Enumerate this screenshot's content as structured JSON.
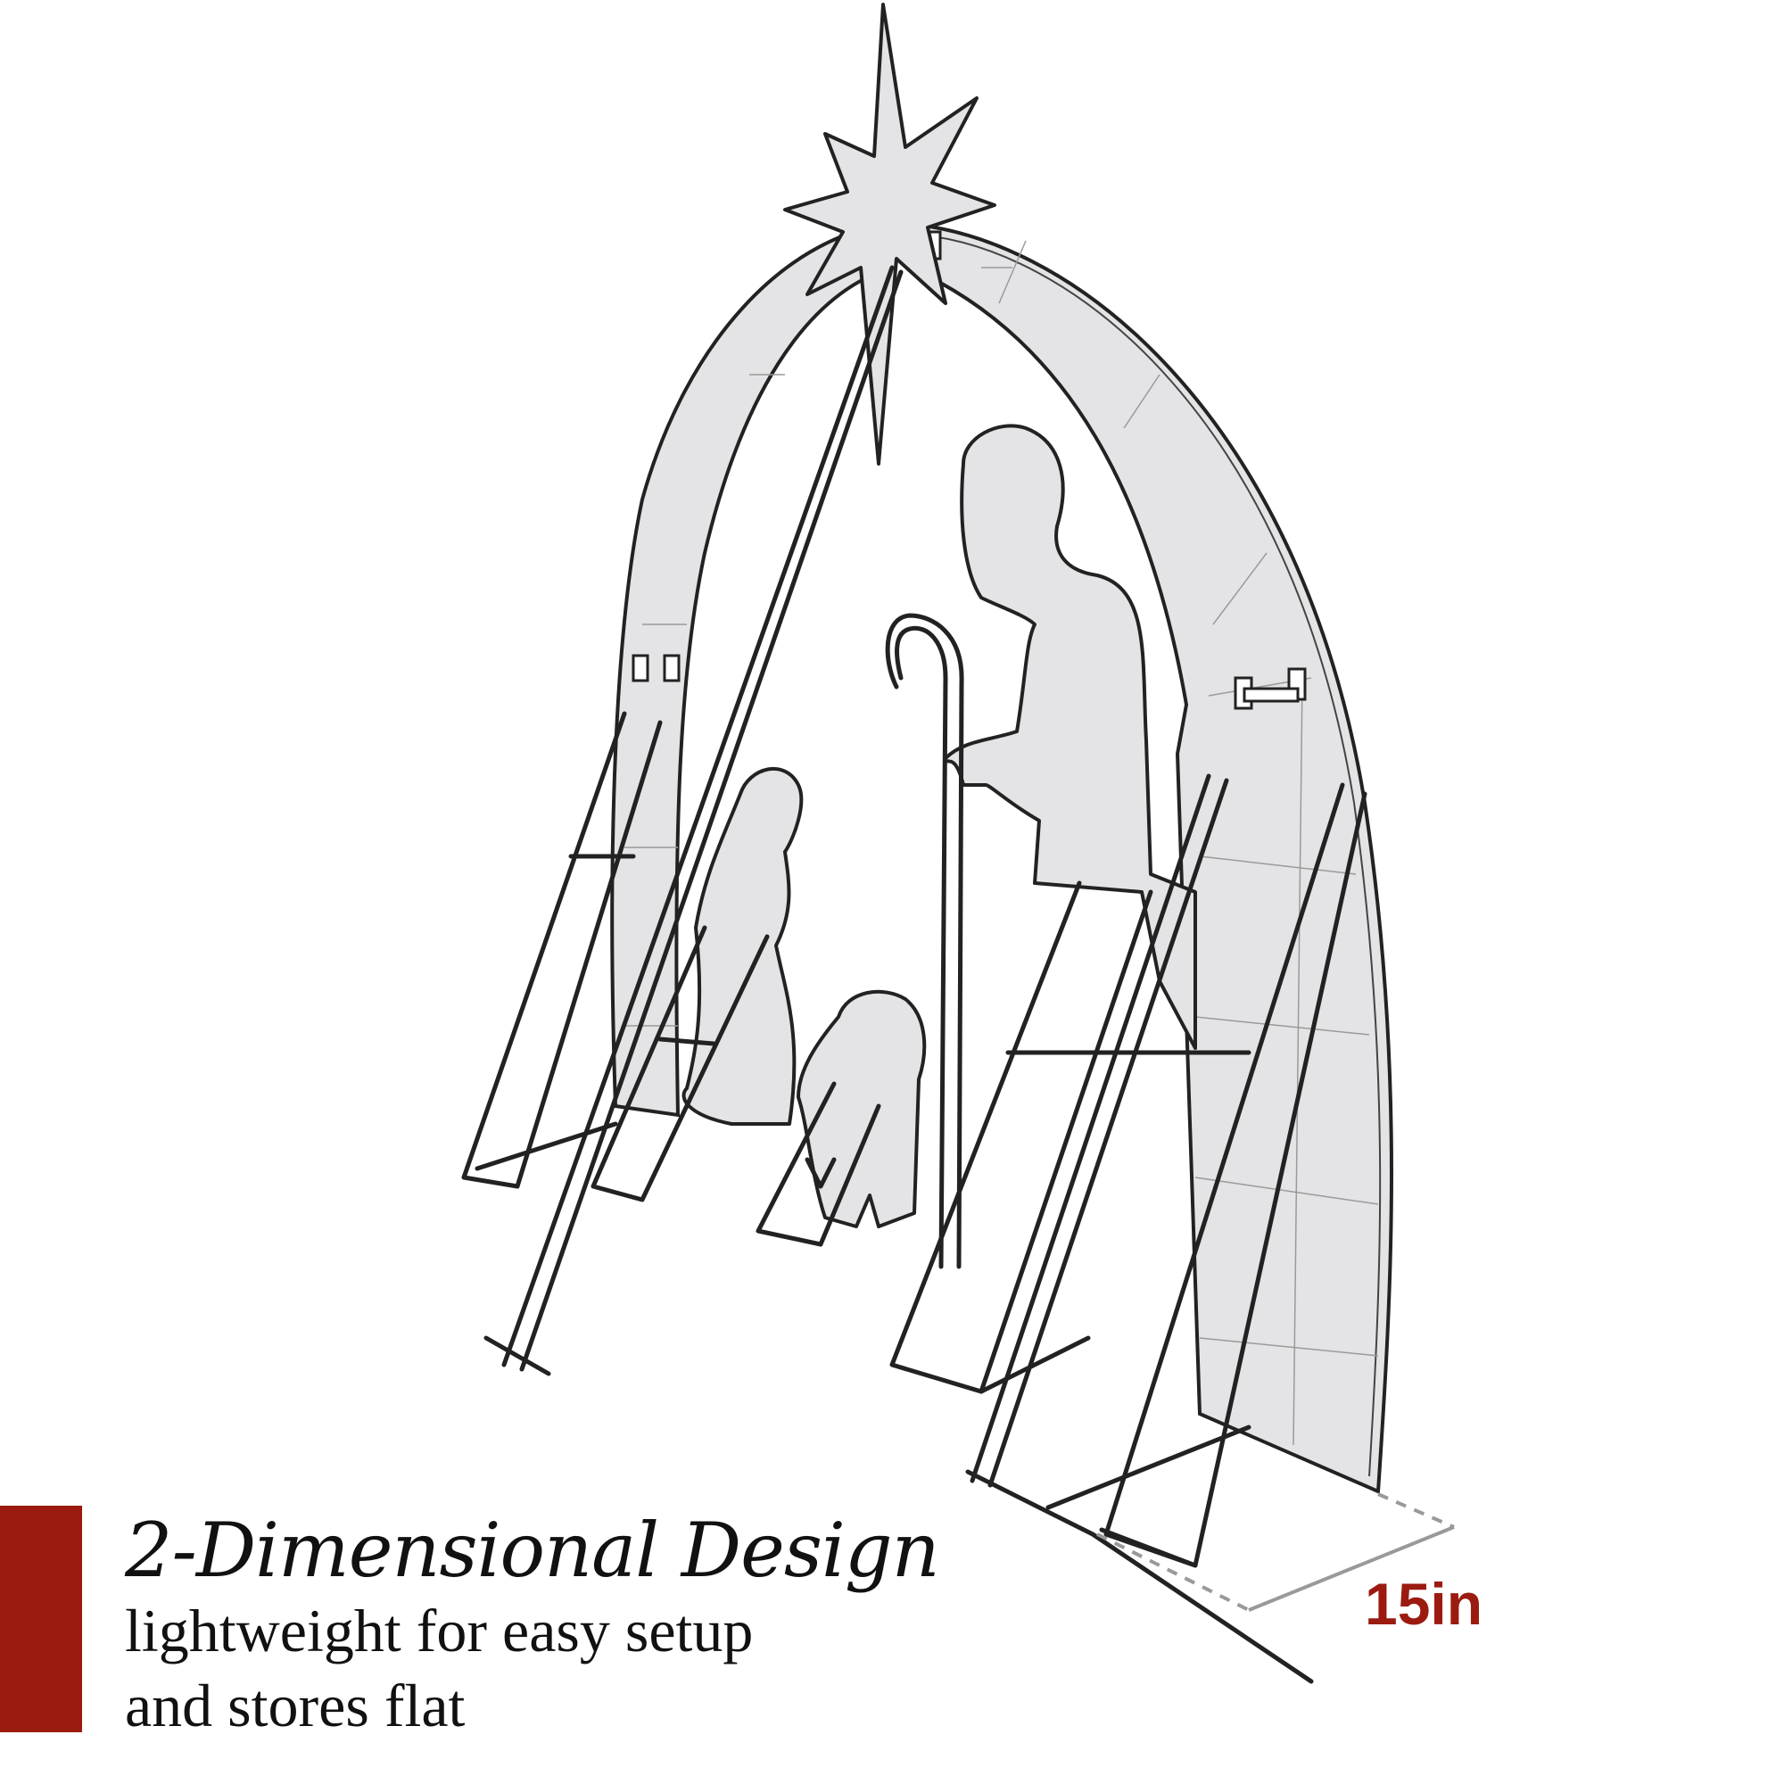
{
  "headline": "2-Dimensional Design",
  "subtitle_line1": "lightweight for easy setup",
  "subtitle_line2": "and stores flat",
  "dimension_label": "15in",
  "colors": {
    "accent": "#9b1b10",
    "panel_fill": "#e4e4e6",
    "outline": "#222222",
    "text": "#111111",
    "dimension_line": "#999999"
  },
  "icons": [
    "star-of-bethlehem-icon",
    "stable-arch-icon",
    "joseph-figure-icon",
    "mary-figure-icon",
    "baby-jesus-icon",
    "shepherd-staff-icon",
    "wire-stake-icon"
  ]
}
